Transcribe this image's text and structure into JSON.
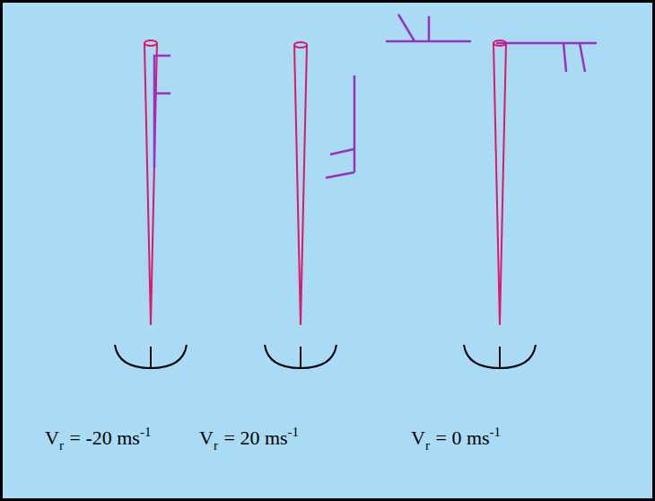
{
  "diagram": {
    "labels": [
      "V",
      "r",
      "= -20 ms",
      "-1",
      "V",
      "r",
      "= 20 ms",
      "-1",
      "V",
      "r",
      "= 0 ms",
      "-1"
    ]
  }
}
